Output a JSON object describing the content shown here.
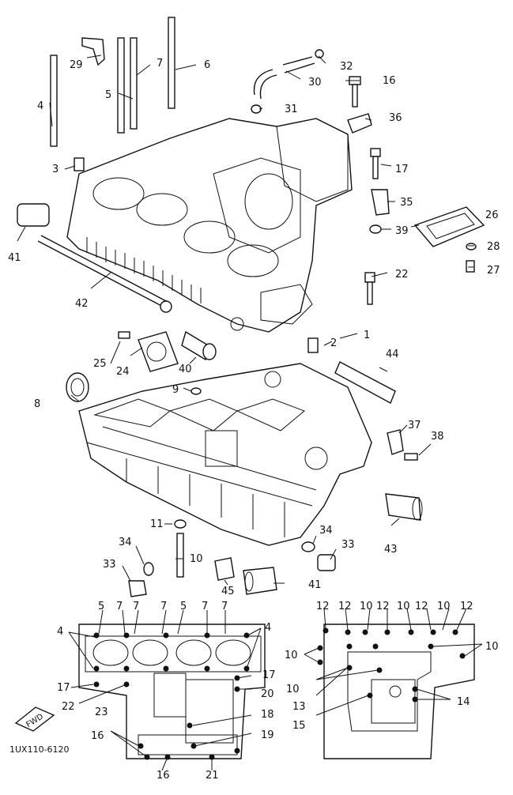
{
  "diagram": {
    "figure_code": "1UX110-6120",
    "fwd_label": "FWD",
    "callouts": {
      "c1": "1",
      "c2": "2",
      "c3": "3",
      "c4": "4",
      "c5": "5",
      "c6": "6",
      "c7": "7",
      "c8": "8",
      "c9": "9",
      "c10": "10",
      "c11": "11",
      "c16": "16",
      "c17": "17",
      "c22": "22",
      "c24": "24",
      "c25": "25",
      "c26": "26",
      "c27": "27",
      "c28": "28",
      "c29": "29",
      "c30": "30",
      "c31": "31",
      "c32": "32",
      "c33a": "33",
      "c33b": "33",
      "c34a": "34",
      "c34b": "34",
      "c35": "35",
      "c36": "36",
      "c37": "37",
      "c38": "38",
      "c39": "39",
      "c40": "40",
      "c41a": "41",
      "c41b": "41",
      "c42": "42",
      "c43": "43",
      "c44": "44",
      "c45": "45"
    },
    "inset_left": {
      "l5a": "5",
      "l7a": "7",
      "l7b": "7",
      "l7c": "7",
      "l5b": "5",
      "l7d": "7",
      "l7e": "7",
      "l4a": "4",
      "l4b": "4",
      "l17a": "17",
      "l17b": "17",
      "l22": "22",
      "l20": "20",
      "l23": "23",
      "l18": "18",
      "l16a": "16",
      "l19": "19",
      "l16b": "16",
      "l21": "21"
    },
    "inset_right": {
      "r12a": "12",
      "r12b": "12",
      "r10a": "10",
      "r12c": "12",
      "r10b": "10",
      "r12d": "12",
      "r10c": "10",
      "r12e": "12",
      "r10d": "10",
      "r10e": "10",
      "r10f": "10",
      "r13": "13",
      "r14": "14",
      "r15": "15"
    }
  }
}
